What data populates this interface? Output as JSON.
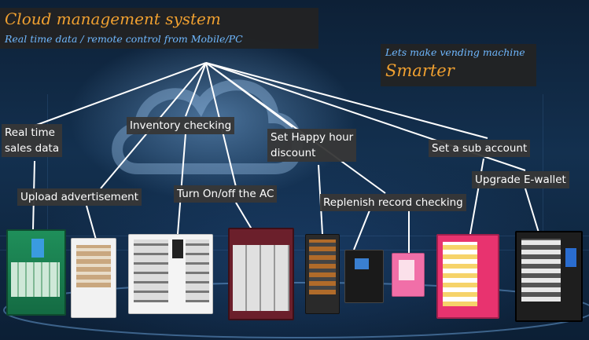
{
  "header": {
    "title": "Cloud management system",
    "subtitle": "Real time data / remote control from Mobile/PC"
  },
  "tagline": {
    "line1": "Lets make vending machine",
    "line2": "Smarter"
  },
  "features": [
    {
      "line1": "Real time",
      "line2": "sales data"
    },
    {
      "line1": "Upload advertisement"
    },
    {
      "line1": "Inventory checking"
    },
    {
      "line1": "Turn On/off the AC"
    },
    {
      "line1": "Set Happy hour",
      "line2": "discount"
    },
    {
      "line1": "Replenish record checking"
    },
    {
      "line1": "Set a sub account"
    },
    {
      "line1": "Upgrade E-wallet"
    }
  ],
  "colors": {
    "title": "#f0a030",
    "subtitle": "#6fb8ff",
    "label_bg": "#373737",
    "wire": "#ffffff"
  }
}
